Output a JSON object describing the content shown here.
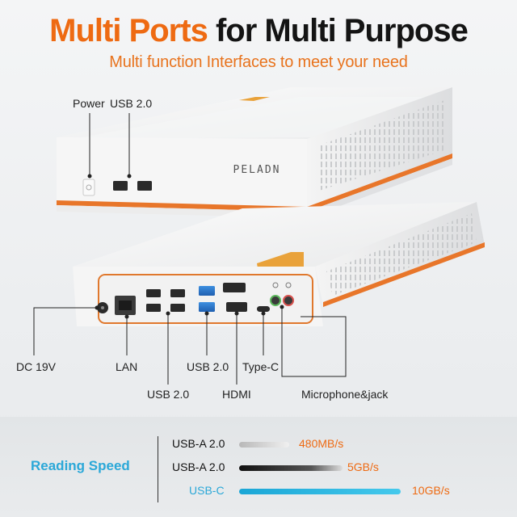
{
  "header": {
    "title_accent": "Multi Ports",
    "title_rest": "for Multi Purpose",
    "subtitle": "Multi function Interfaces to meet your need"
  },
  "brand": "PELADN",
  "port_labels": {
    "power": "Power",
    "usb_front": "USB 2.0",
    "dc": "DC 19V",
    "lan": "LAN",
    "usb_rear_1": "USB 2.0",
    "usb_rear_2": "USB 2.0",
    "type_c": "Type-C",
    "hdmi": "HDMI",
    "mic": "Microphone&jack"
  },
  "speed": {
    "heading": "Reading Speed",
    "rows": [
      {
        "name": "USB-A 2.0",
        "value": "480MB/s"
      },
      {
        "name": "USB-A 2.0",
        "value": "5GB/s"
      },
      {
        "name": "USB-C",
        "value": "10GB/s"
      }
    ]
  },
  "colors": {
    "accent_orange": "#ee6a12",
    "accent_blue": "#2ba8d8"
  }
}
